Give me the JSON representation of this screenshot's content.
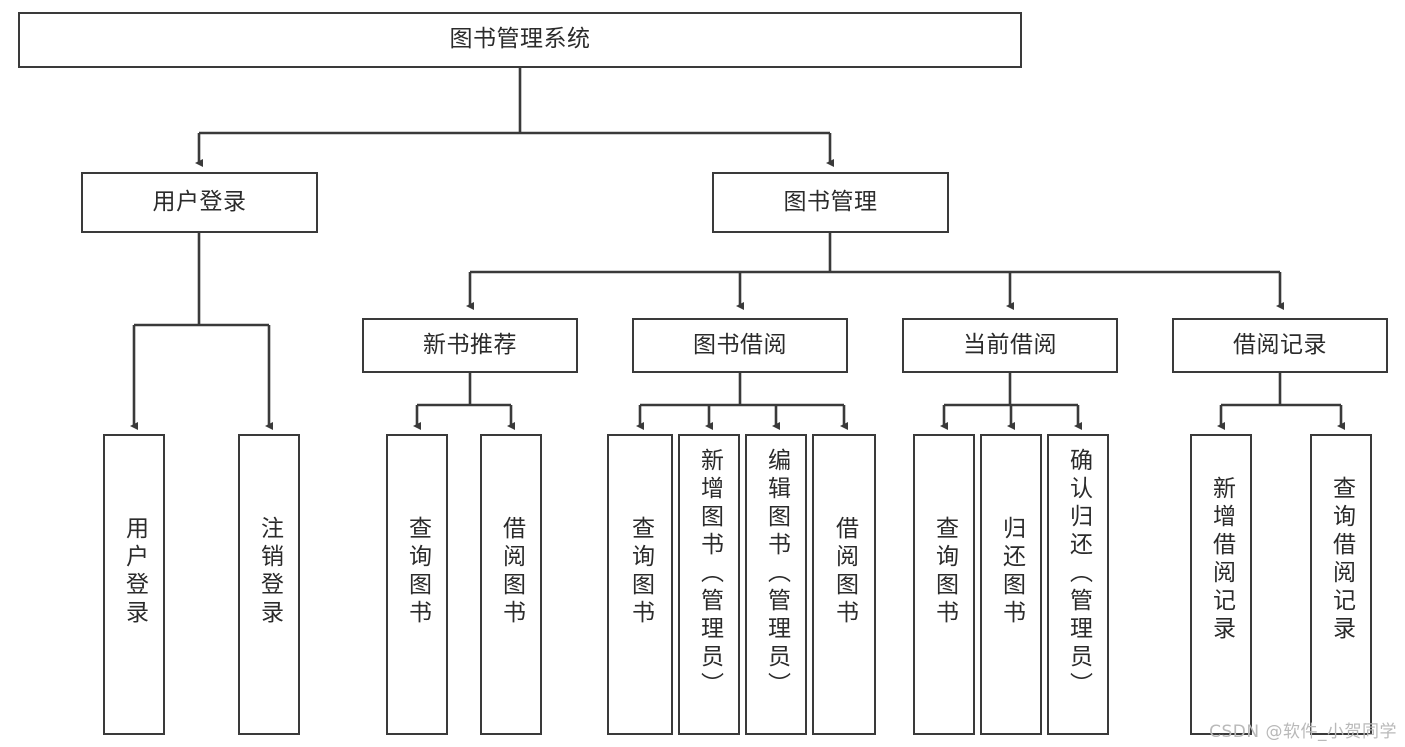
{
  "diagram": {
    "title": "图书管理系统",
    "type": "tree-hierarchy-chart",
    "root": {
      "id": "root",
      "label": "图书管理系统"
    },
    "level2": [
      {
        "id": "user-login",
        "label": "用户登录"
      },
      {
        "id": "book-management",
        "label": "图书管理"
      }
    ],
    "level3": [
      {
        "id": "new-book-recommend",
        "label": "新书推荐",
        "parent": "book-management"
      },
      {
        "id": "book-borrow",
        "label": "图书借阅",
        "parent": "book-management"
      },
      {
        "id": "current-borrow",
        "label": "当前借阅",
        "parent": "book-management"
      },
      {
        "id": "borrow-record",
        "label": "借阅记录",
        "parent": "book-management"
      }
    ],
    "leaves": [
      {
        "id": "leaf-user-login",
        "label": "用户登录",
        "parent": "user-login"
      },
      {
        "id": "leaf-logout-login",
        "label": "注销登录",
        "parent": "user-login"
      },
      {
        "id": "leaf-query-book-1",
        "label": "查询图书",
        "parent": "new-book-recommend"
      },
      {
        "id": "leaf-borrow-book-1",
        "label": "借阅图书",
        "parent": "new-book-recommend"
      },
      {
        "id": "leaf-query-book-2",
        "label": "查询图书",
        "parent": "book-borrow"
      },
      {
        "id": "leaf-add-book",
        "label": "新增图书（管理员）",
        "parent": "book-borrow"
      },
      {
        "id": "leaf-edit-book",
        "label": "编辑图书（管理员）",
        "parent": "book-borrow"
      },
      {
        "id": "leaf-borrow-book-2",
        "label": "借阅图书",
        "parent": "book-borrow"
      },
      {
        "id": "leaf-query-book-3",
        "label": "查询图书",
        "parent": "current-borrow"
      },
      {
        "id": "leaf-return-book",
        "label": "归还图书",
        "parent": "current-borrow"
      },
      {
        "id": "leaf-confirm-return",
        "label": "确认归还（管理员）",
        "parent": "current-borrow"
      },
      {
        "id": "leaf-add-record",
        "label": "新增借阅记录",
        "parent": "borrow-record"
      },
      {
        "id": "leaf-query-record",
        "label": "查询借阅记录",
        "parent": "borrow-record"
      }
    ]
  },
  "watermark": {
    "text": "CSDN @软件_小贺同学"
  },
  "colors": {
    "stroke": "#3a3a3a",
    "background": "#ffffff",
    "text": "#2b2b2b",
    "watermark": "#b9b9b9"
  }
}
